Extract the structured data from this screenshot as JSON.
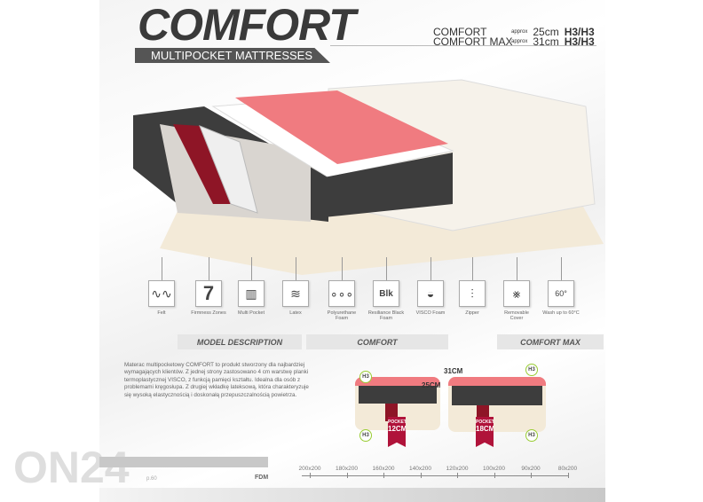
{
  "header": {
    "title": "COMFORT",
    "subtitle": "MULTIPOCKET MATTRESSES"
  },
  "specs": [
    {
      "name": "COMFORT",
      "approx": "approx",
      "height": "25cm",
      "firmness": "H3/H3"
    },
    {
      "name": "COMFORT MAX",
      "approx": "approx",
      "height": "31cm",
      "firmness": "H3/H3"
    }
  ],
  "features": [
    {
      "icon": "felt-icon",
      "glyph": "∿∿",
      "label": "Felt"
    },
    {
      "icon": "firmness-zones-icon",
      "glyph": "7",
      "label": "Firmness Zones"
    },
    {
      "icon": "multi-pocket-icon",
      "glyph": "▥",
      "label": "Multi Pocket"
    },
    {
      "icon": "latex-icon",
      "glyph": "≋",
      "label": "Latex"
    },
    {
      "icon": "polyurethane-foam-icon",
      "glyph": "∘∘∘",
      "label": "Polyurethane Foam"
    },
    {
      "icon": "resilience-black-foam-icon",
      "glyph": "Blk",
      "label": "Resiliance Black Foam"
    },
    {
      "icon": "visco-foam-icon",
      "glyph": "◒",
      "label": "VISCO Foam"
    },
    {
      "icon": "zipper-icon",
      "glyph": "⫶",
      "label": "Zipper"
    },
    {
      "icon": "removable-cover-icon",
      "glyph": "⨳",
      "label": "Removable Cover"
    },
    {
      "icon": "wash-60-icon",
      "glyph": "60°",
      "label": "Wash up to 60°C"
    }
  ],
  "sections": {
    "description": "MODEL DESCRIPTION",
    "comfort": "COMFORT",
    "comfort_max": "COMFORT MAX"
  },
  "description": "Materac multipocketowy COMFORT to produkt stworzony dla najbardziej wymagających klientów. Z jednej strony zastosowano 4 cm warstwę planki termoplastycznej VISCO, z funkcją pamięci kształtu. Idealna dla osób z problemami kręgosłupa. Z drugiej wkładkę lateksową, która charakteryzuje się wysoką elastycznością i doskonałą przepuszczalnością powietrza.",
  "cross_sections": {
    "comfort": {
      "height": "25CM",
      "pocket_label": "POCKET",
      "pocket_size": "12CM",
      "top": "H3",
      "bottom": "H3"
    },
    "comfort_max": {
      "height": "31CM",
      "pocket_label": "POCKET",
      "pocket_size": "18CM",
      "top": "H3",
      "bottom": "H3"
    }
  },
  "sizes": [
    "200x200",
    "180x200",
    "160x200",
    "140x200",
    "120x200",
    "100x200",
    "90x200",
    "80x200"
  ],
  "footer": {
    "brand": "FDM",
    "page": "p.60",
    "watermark": "ON24"
  },
  "colors": {
    "accent_red": "#b0133a",
    "visco_pink": "#f07b80",
    "firmness_green": "#99cc33",
    "dark_foam": "#3d3d3d"
  }
}
